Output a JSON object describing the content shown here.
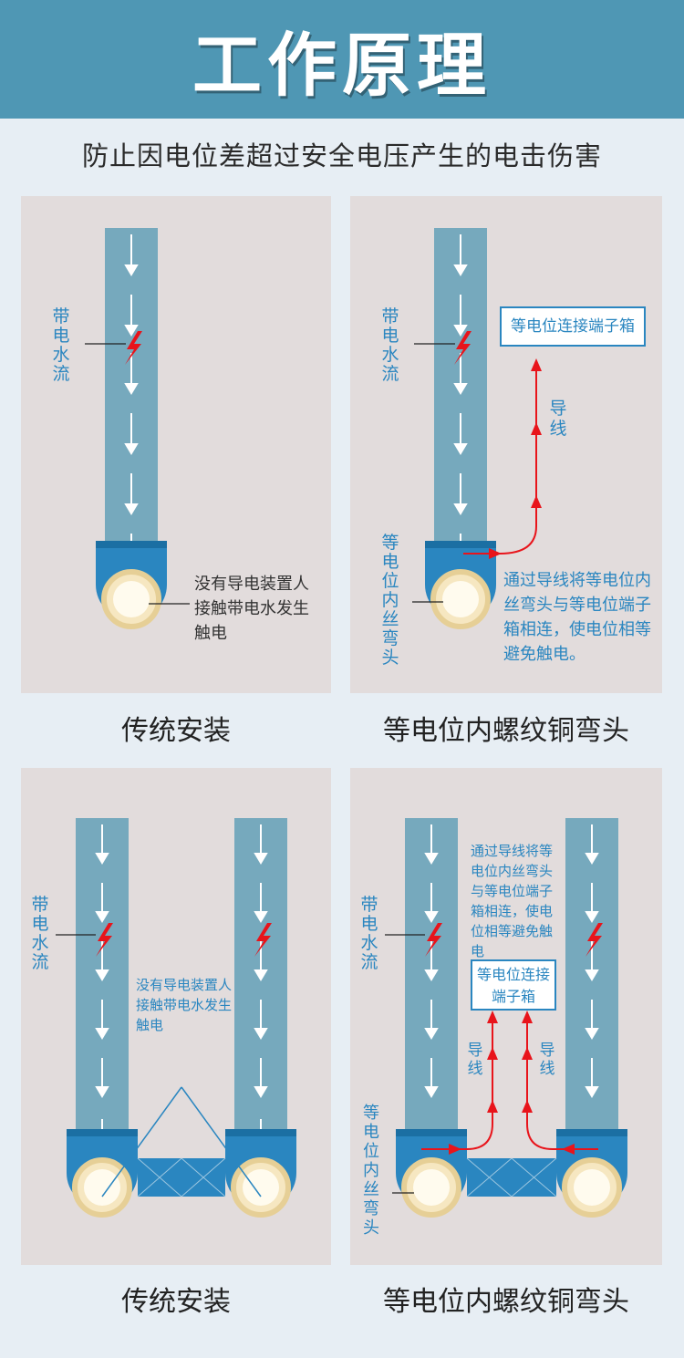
{
  "header": {
    "title": "工作原理"
  },
  "subtitle": "防止因电位差超过安全电压产生的电击伤害",
  "panels": {
    "top_left": {
      "water_label": "带电水流",
      "note": "没有导电装置人接触带电水发生触电",
      "caption": "传统安装"
    },
    "top_right": {
      "water_label": "带电水流",
      "box_label": "等电位连接端子箱",
      "wire_label": "导线",
      "elbow_label": "等电位内丝弯头",
      "note": "通过导线将等电位内丝弯头与等电位端子箱相连，使电位相等避免触电。",
      "caption": "等电位内螺纹铜弯头"
    },
    "bottom_left": {
      "water_label": "带电水流",
      "note": "没有导电装置人接触带电水发生触电",
      "caption": "传统安装"
    },
    "bottom_right": {
      "water_label": "带电水流",
      "note": "通过导线将等电位内丝弯头与等电位端子箱相连，使电位相等避免触电",
      "box_label": "等电位连接端子箱",
      "wire_label_left": "导线",
      "wire_label_right": "导线",
      "elbow_label": "等电位内丝弯头",
      "caption": "等电位内螺纹铜弯头"
    }
  },
  "colors": {
    "header": "#4f97b4",
    "pipe": "#76a9bd",
    "elbow": "#2a86c0",
    "wire": "#e8141b",
    "text_blue": "#2a86c0"
  },
  "icons": [
    "down-arrow-icon",
    "lightning-icon"
  ]
}
